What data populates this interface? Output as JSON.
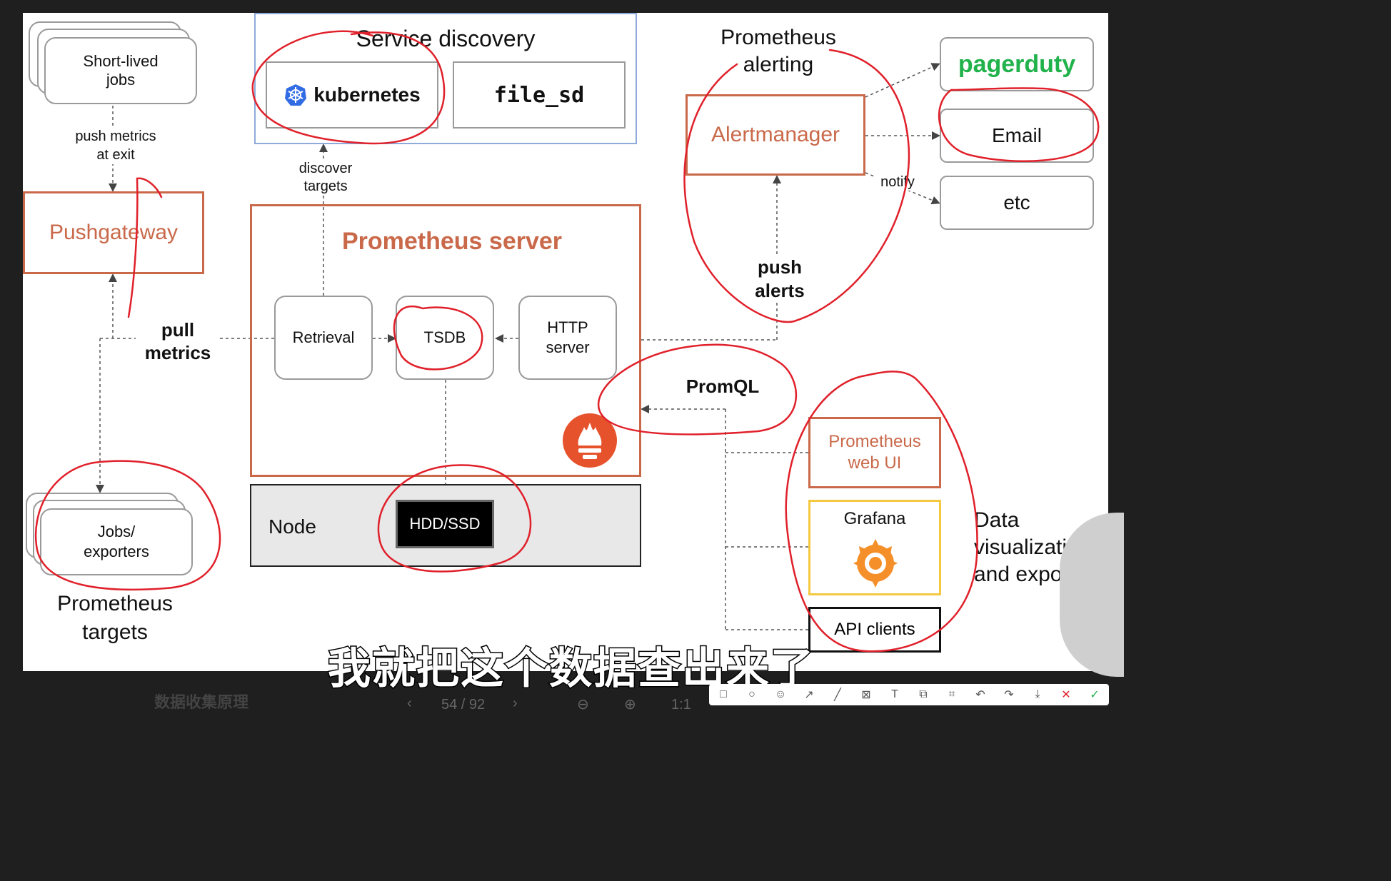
{
  "diagram": {
    "service_discovery": {
      "title": "Service discovery",
      "kubernetes": "kubernetes",
      "file_sd": "file_sd"
    },
    "short_lived_jobs": "Short-lived\njobs",
    "push_metrics_label": "push metrics\nat exit",
    "pushgateway": "Pushgateway",
    "discover_targets": "discover\ntargets",
    "prometheus_server": {
      "title": "Prometheus server",
      "retrieval": "Retrieval",
      "tsdb": "TSDB",
      "http_server": "HTTP\nserver"
    },
    "pull_metrics": "pull\nmetrics",
    "node": "Node",
    "hdd_ssd": "HDD/SSD",
    "jobs_exporters": "Jobs/\nexporters",
    "prometheus_targets": "Prometheus\ntargets",
    "prometheus_alerting": "Prometheus\nalerting",
    "alertmanager": "Alertmanager",
    "pagerduty": "pagerduty",
    "email": "Email",
    "etc": "etc",
    "notify": "notify",
    "push_alerts": "push\nalerts",
    "promql": "PromQL",
    "web_ui": "Prometheus\nweb UI",
    "grafana": "Grafana",
    "api_clients": "API clients",
    "data_visualization": "Data\nvisualization\nand expo"
  },
  "subtitle": "我就把这个数据查出来了",
  "colors": {
    "orange": "#c9694a",
    "gray_border": "#9a9a9a",
    "blue_border": "#8eaadb",
    "annotation_red": "#e0202a",
    "pagerduty_green": "#21b24b",
    "grafana_yellow": "#f5c842",
    "kubernetes_blue": "#326ce5"
  },
  "bottom_bar": {
    "page_title": "数据收集原理",
    "page_number": "54 / 92",
    "zoom": "1:1"
  }
}
